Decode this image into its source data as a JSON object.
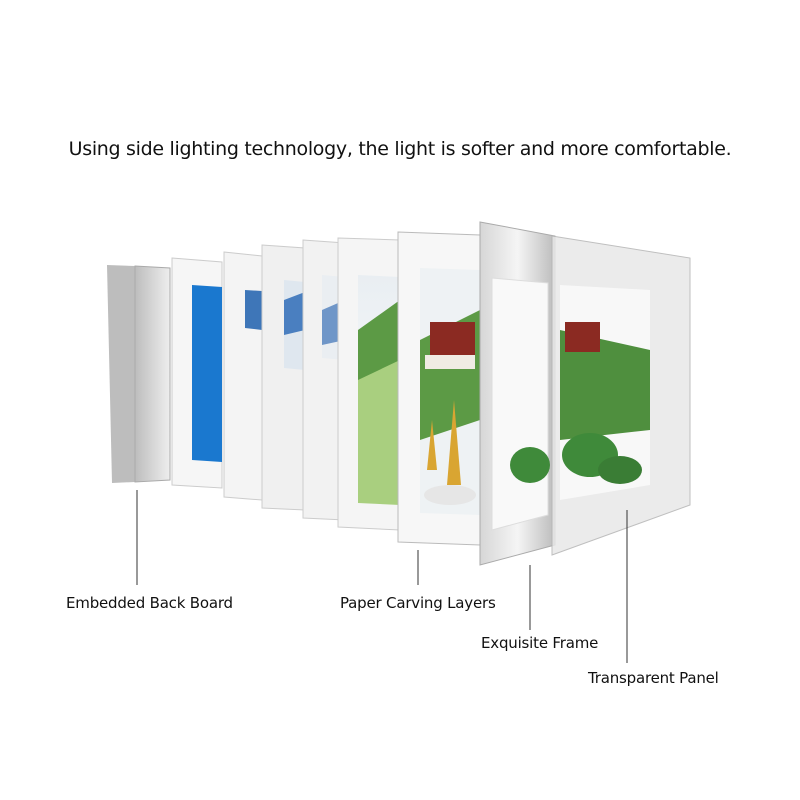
{
  "title": "Using side lighting technology, the light is softer and more comfortable.",
  "labels": {
    "back_board": "Embedded Back Board",
    "paper_layers": "Paper Carving Layers",
    "frame": "Exquisite Frame",
    "panel": "Transparent Panel"
  },
  "colors": {
    "blue_board": "#1a78cf",
    "frame_white": "#f4f4f4",
    "edge_gray": "#c8c8c8",
    "scene_green": "#5c9a45",
    "palace_red": "#8b2a22"
  }
}
